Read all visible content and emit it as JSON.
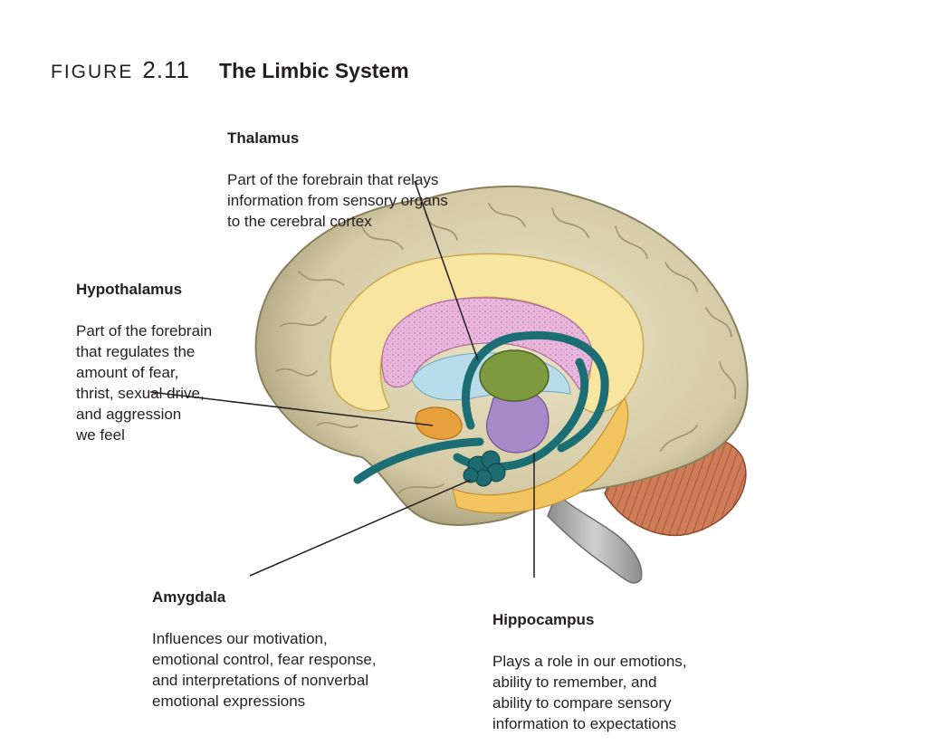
{
  "figure": {
    "word": "FIGURE",
    "number": "2.11",
    "title": "The Limbic System"
  },
  "labels": {
    "thalamus": {
      "name": "Thalamus",
      "description": "Part of the forebrain that relays\ninformation from sensory organs\nto the cerebral cortex"
    },
    "hypothalamus": {
      "name": "Hypothalamus",
      "description": "Part of the forebrain\nthat regulates the\namount of fear,\nthrist, sexual drive,\nand aggression\nwe feel"
    },
    "amygdala": {
      "name": "Amygdala",
      "description": "Influences our motivation,\nemotional control, fear response,\nand interpretations of nonverbal\nemotional expressions"
    },
    "hippocampus": {
      "name": "Hippocampus",
      "description": "Plays a role in our emotions,\nability to remember, and\nability to compare sensory\ninformation to expectations"
    }
  },
  "colors": {
    "cortex": "#d9d0ae",
    "cortex_shadow": "#a99f7c",
    "cingulate": "#f8e5a0",
    "corpus_callosum": "#eab8dd",
    "ventricle": "#b8dcea",
    "thalamus": "#7d9a3e",
    "fornix": "#1b6e73",
    "hypothalamus": "#e8a03c",
    "amygdala": "#1f6b72",
    "hippocampus_band": "#f3c560",
    "midbrain": "#a98ac9",
    "cerebellum": "#cf7d58",
    "brainstem": "#a4a4a4"
  }
}
